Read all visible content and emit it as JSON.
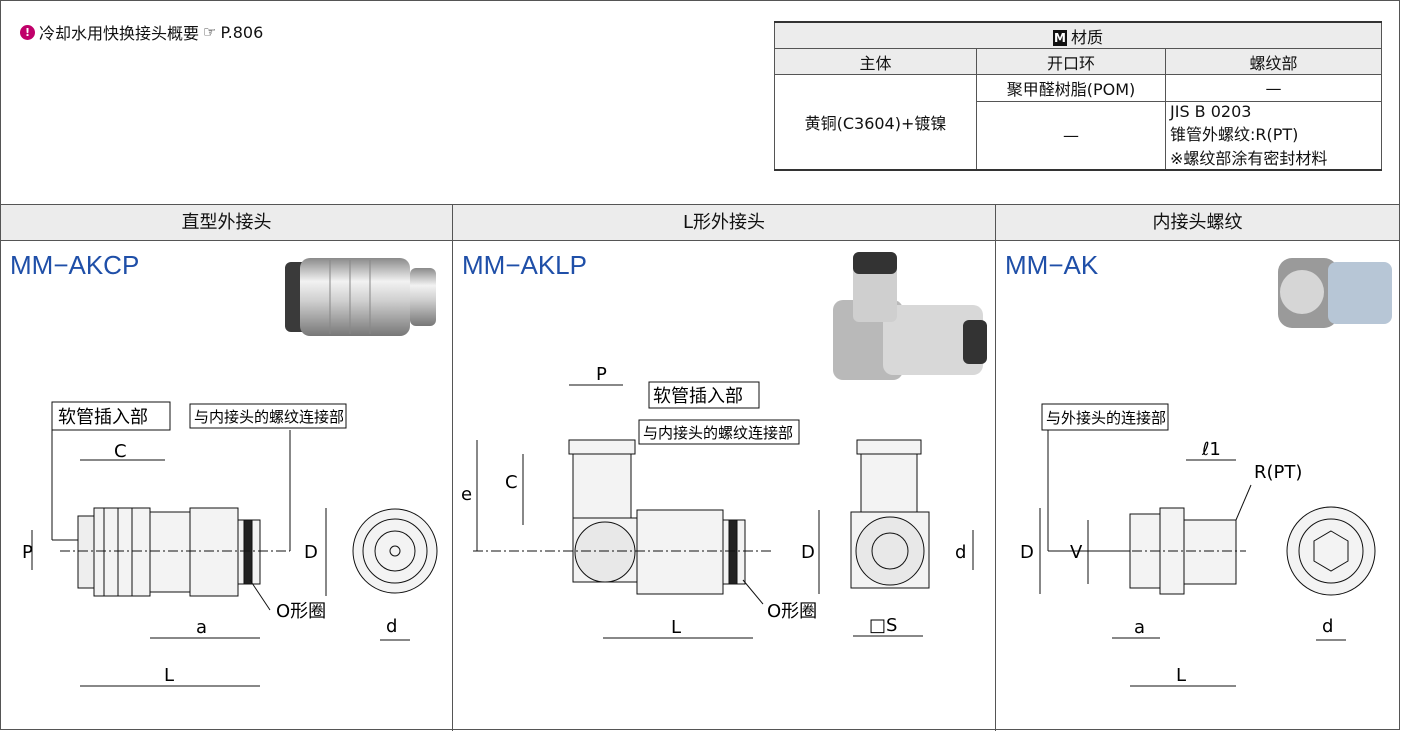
{
  "note": {
    "icon": "info-icon",
    "text": "冷却水用快换接头概要",
    "ref_icon": "pointing-hand-icon",
    "ref": "P.806"
  },
  "material": {
    "title": "材质",
    "title_badge": "M",
    "columns": [
      "主体",
      "开口环",
      "螺纹部"
    ],
    "body": "黄铜(C3604)+镀镍",
    "rows": [
      {
        "ring": "聚甲醛树脂(POM)",
        "thread": "—"
      },
      {
        "ring": "—",
        "thread_lines": [
          "JIS B 0203",
          "锥管外螺纹:R(PT)",
          "※螺纹部涂有密封材料"
        ]
      }
    ]
  },
  "sections": [
    {
      "title": "直型外接头",
      "model": "MM−AKCP",
      "labels": {
        "hose": "软管插入部",
        "connect": "与内接头的螺纹连接部",
        "C": "C",
        "P": "P",
        "D": "D",
        "a": "a",
        "L": "L",
        "oring": "O形圈",
        "d": "d"
      }
    },
    {
      "title": "L形外接头",
      "model": "MM−AKLP",
      "labels": {
        "P": "P",
        "hose": "软管插入部",
        "connect": "与内接头的螺纹连接部",
        "e": "e",
        "C": "C",
        "D": "D",
        "L": "L",
        "oring": "O形圈",
        "d": "d",
        "S": "□S"
      }
    },
    {
      "title": "内接头螺纹",
      "model": "MM−AK",
      "labels": {
        "connect": "与外接头的连接部",
        "l1": "ℓ1",
        "R": "R(PT)",
        "D": "D",
        "V": "V",
        "a": "a",
        "L": "L",
        "d": "d"
      }
    }
  ]
}
